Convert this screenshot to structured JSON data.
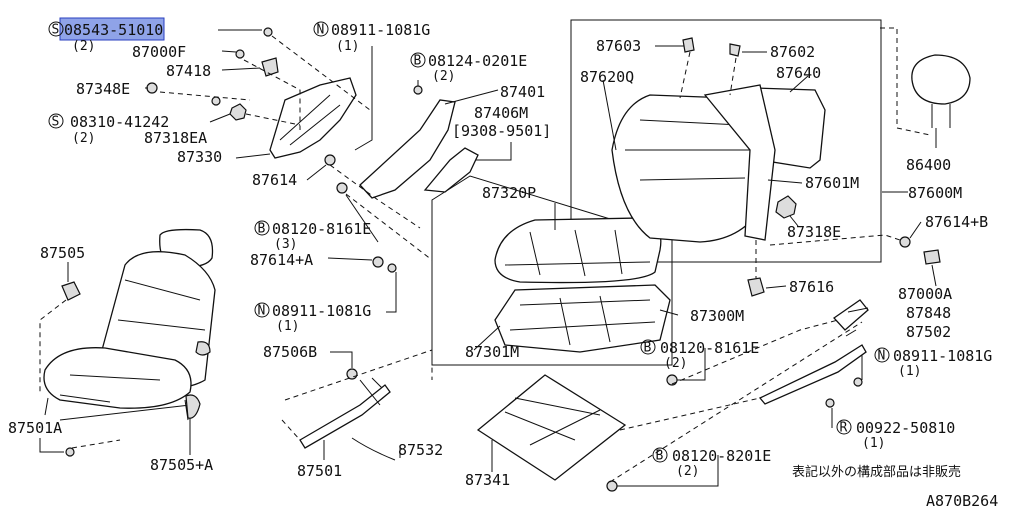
{
  "labels": {
    "l1": "08543-51010",
    "l1q": "(2)",
    "l2": "87000F",
    "l3": "87418",
    "l4": "87348E",
    "l5": "08310-41242",
    "l5q": "(2)",
    "l6": "87318EA",
    "l7": "87330",
    "l8": "08911-1081G",
    "l8q": "(1)",
    "l9": "08124-0201E",
    "l9q": "(2)",
    "l10": "87401",
    "l11": "87406M",
    "l12": "[9308-9501]",
    "l13": "87614",
    "l14": "08120-8161E",
    "l14q": "(3)",
    "l15": "87614+A",
    "l16": "08911-1081G",
    "l16q": "(1)",
    "l17": "87506B",
    "l18": "87505",
    "l19": "87501A",
    "l20": "87505+A",
    "l21": "87501",
    "l22": "87532",
    "l23": "87341",
    "l24": "87320P",
    "l25": "87301M",
    "l26": "87300M",
    "l27": "87603",
    "l28": "87602",
    "l29": "87620Q",
    "l30": "87640",
    "l31": "87601M",
    "l32": "87600M",
    "l33": "87318E",
    "l34": "86400",
    "l35": "87614+B",
    "l36": "87000A",
    "l37": "87616",
    "l38": "87848",
    "l39": "87502",
    "l40": "08911-1081G",
    "l40q": "(1)",
    "l41": "00922-50810",
    "l41q": "(1)",
    "l42": "08120-8161E",
    "l42q": "(2)",
    "l43": "08120-8201E",
    "l43q": "(2)",
    "note": "表記以外の構成部品は非販売",
    "code": "A870B264"
  },
  "prefixes": {
    "s": "S",
    "n": "N",
    "b": "B",
    "r": "R"
  },
  "colors": {
    "highlight": "#8fa3e8",
    "line": "#111111"
  }
}
